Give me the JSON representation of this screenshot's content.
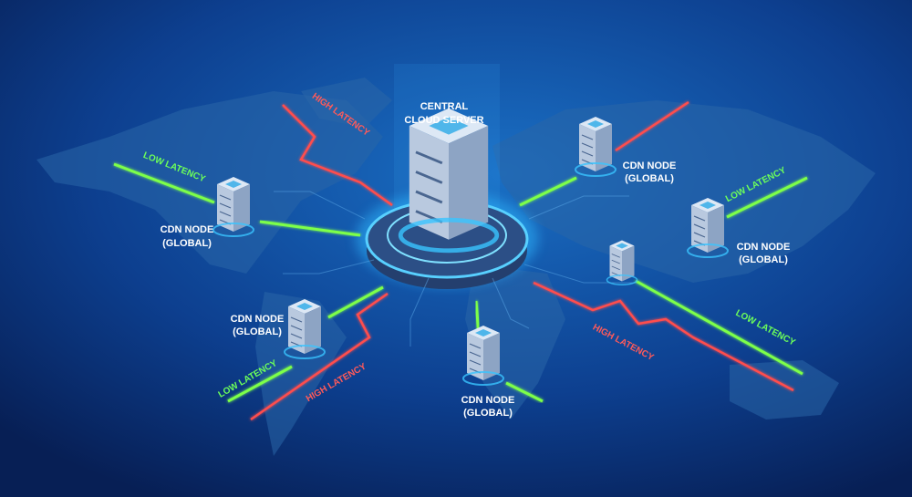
{
  "central": {
    "line1": "CENTRAL",
    "line2": "CLOUD SERVER"
  },
  "cdn_label": {
    "line1": "CDN NODE",
    "line2": "(GLOBAL)"
  },
  "low_latency": "LOW LATENCY",
  "high_latency": "HIGH LATENCY",
  "colors": {
    "background": "#0a2a6b",
    "low": "#7dff4a",
    "high": "#ff4d4d",
    "glow": "#2fb8ff"
  }
}
